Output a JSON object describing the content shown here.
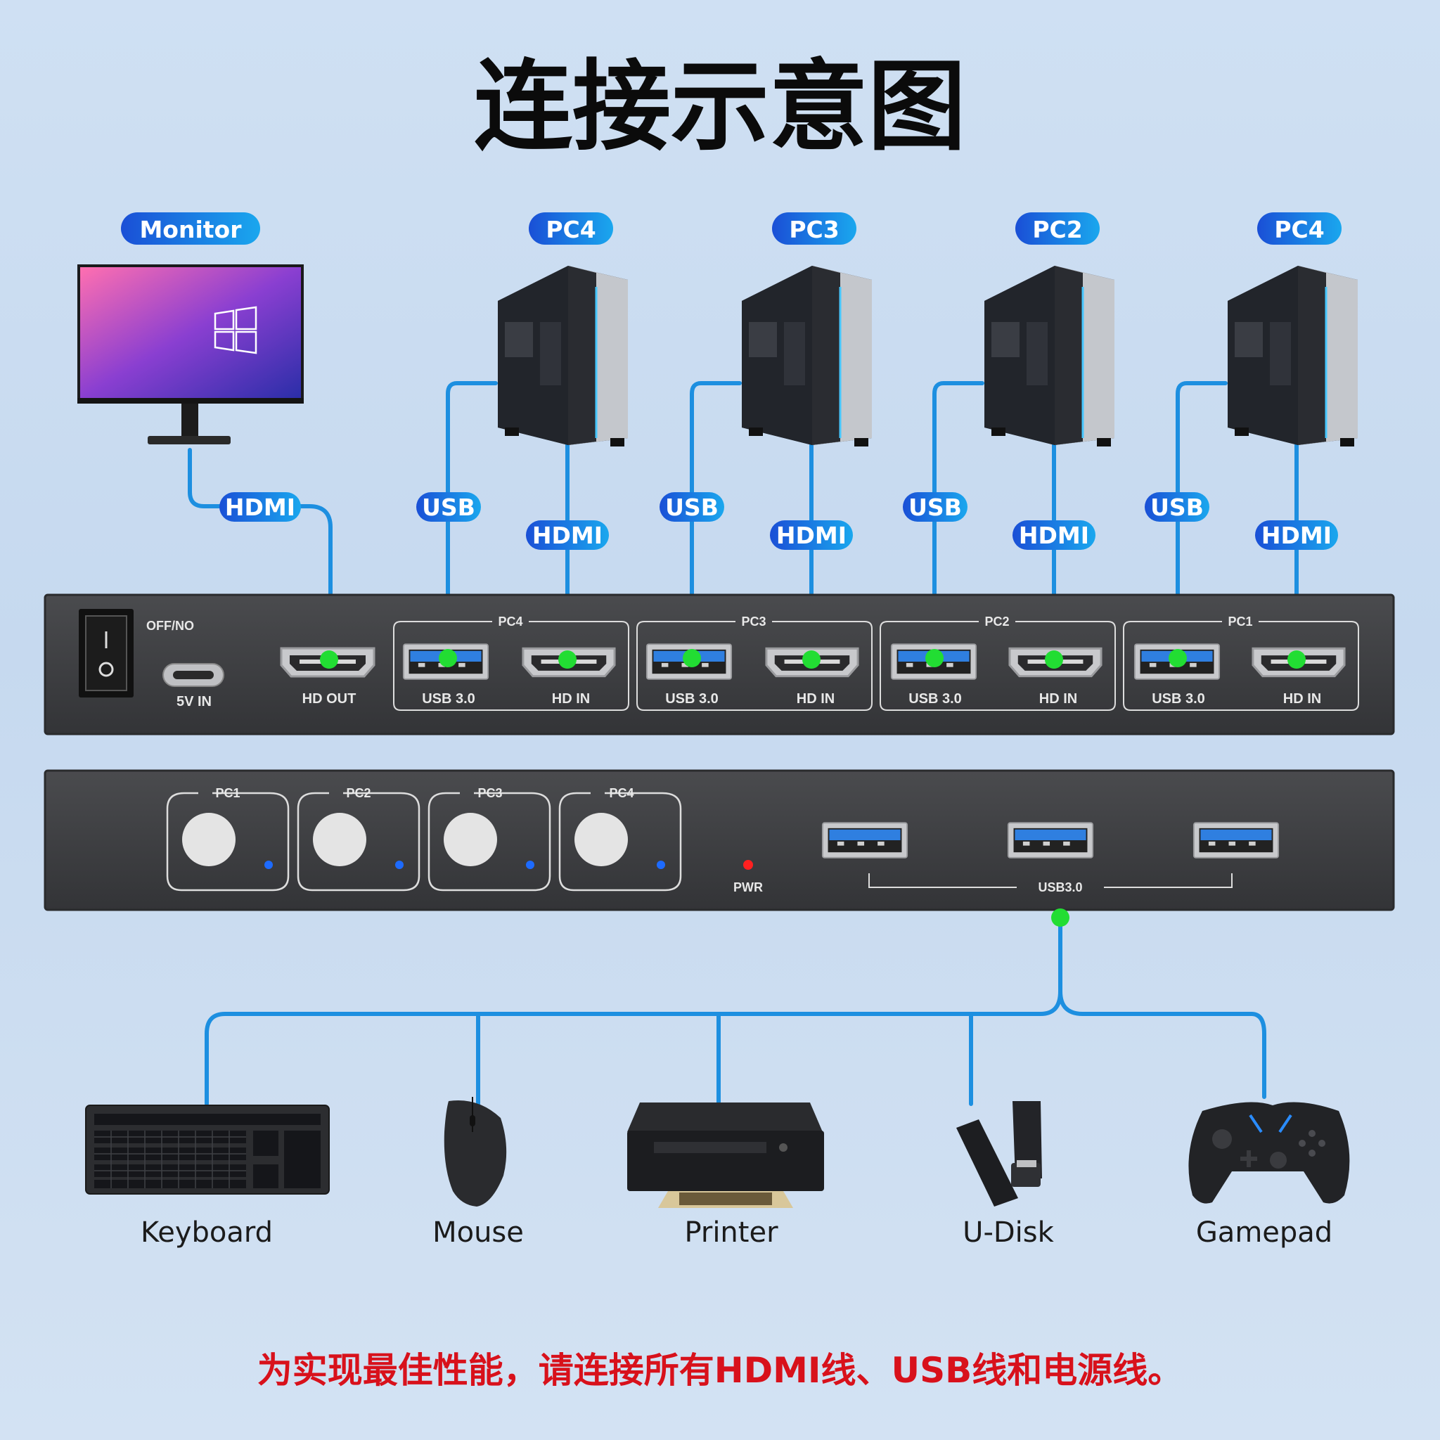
{
  "title": "连接示意图",
  "top_labels": {
    "monitor": "Monitor",
    "pcs": [
      "PC4",
      "PC3",
      "PC2",
      "PC4"
    ]
  },
  "cable_labels": {
    "hdmi": "HDMI",
    "usb": "USB"
  },
  "back_panel": {
    "switch_label": "OFF/NO",
    "power_port": "5V IN",
    "hd_out": "HD OUT",
    "groups": [
      {
        "name": "PC4",
        "usb": "USB 3.0",
        "hdmi": "HD IN"
      },
      {
        "name": "PC3",
        "usb": "USB 3.0",
        "hdmi": "HD IN"
      },
      {
        "name": "PC2",
        "usb": "USB 3.0",
        "hdmi": "HD IN"
      },
      {
        "name": "PC1",
        "usb": "USB 3.0",
        "hdmi": "HD IN"
      }
    ]
  },
  "front_panel": {
    "buttons": [
      "PC1",
      "PC2",
      "PC3",
      "PC4"
    ],
    "pwr": "PWR",
    "usb_hub": "USB3.0"
  },
  "devices": [
    "Keyboard",
    "Mouse",
    "Printer",
    "U-Disk",
    "Gamepad"
  ],
  "footer": "为实现最佳性能，请连接所有HDMI线、USB线和电源线。",
  "colors": {
    "wire": "#1d8fe0",
    "pill": "#1f66e0",
    "connector_dot": "#22dd33",
    "panel": "#3e3f42",
    "footer_text": "#d8111b"
  }
}
